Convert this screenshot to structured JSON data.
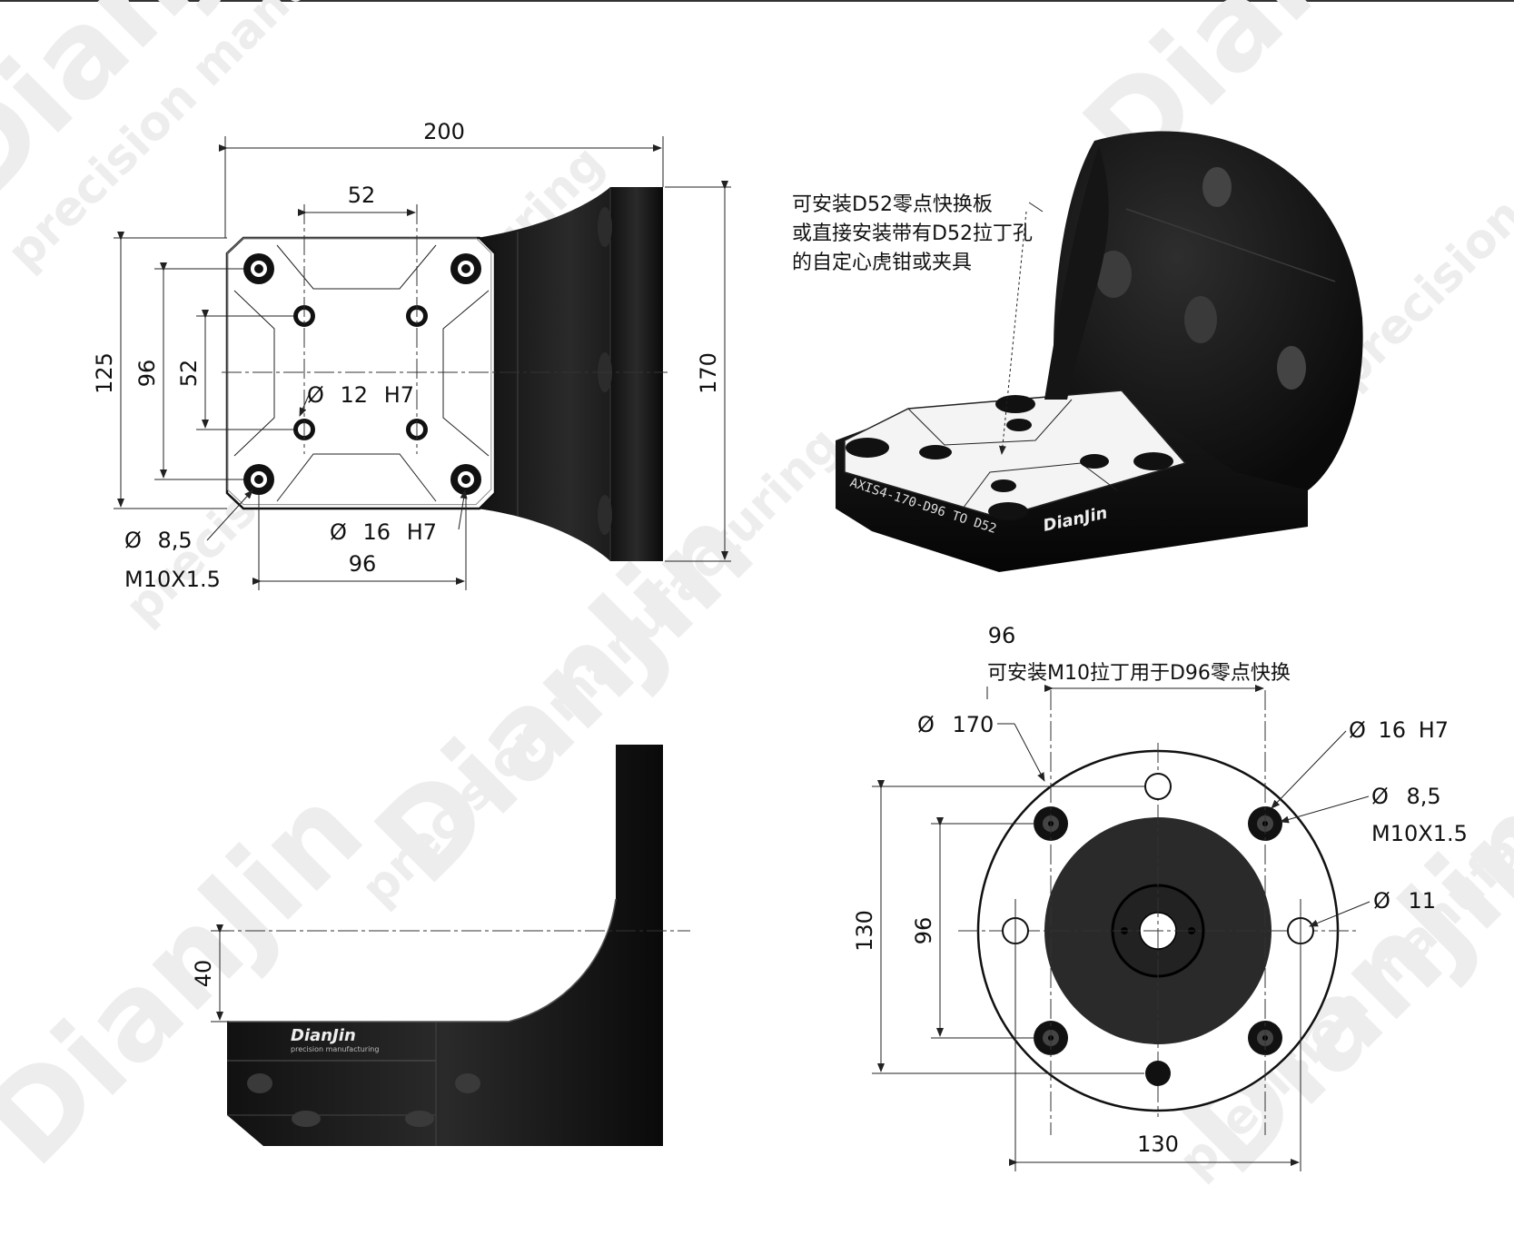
{
  "watermark": {
    "brand": "DianJin",
    "tagline": "precision manufacturing"
  },
  "top_view": {
    "dim_overall_width": "200",
    "dim_top_hole_spacing": "52",
    "dim_height_125": "125",
    "dim_height_96": "96",
    "dim_height_52": "52",
    "dim_overall_height": "170",
    "center_hole_diameter": "Ø 12 H7",
    "dowel_hole_diameter": "Ø 16 H7",
    "thread_hole_diameter": "Ø 8,5",
    "thread_spec": "M10X1.5",
    "dim_bottom_hole_spacing": "96"
  },
  "iso_view": {
    "note_line1": "可安装D52零点快换板",
    "note_line2": "或直接安装带有D52拉丁孔",
    "note_line3": "的自定心虎钳或夹具",
    "part_marking": "AXIS4-170-D96 TO D52",
    "brand_logo": "DianJin"
  },
  "side_view": {
    "dim_height": "40",
    "brand_logo": "DianJin",
    "brand_tagline": "precision manufacturing"
  },
  "front_view": {
    "dim_top": "96",
    "note": "可安装M10拉丁用于D96零点快换",
    "outer_diameter": "Ø 170",
    "dowel_hole": "Ø 16 H7",
    "thread_hole": "Ø 8,5",
    "thread_spec": "M10X1.5",
    "small_hole": "Ø 11",
    "dim_vertical_130": "130",
    "dim_vertical_96": "96",
    "dim_bottom_130": "130"
  }
}
